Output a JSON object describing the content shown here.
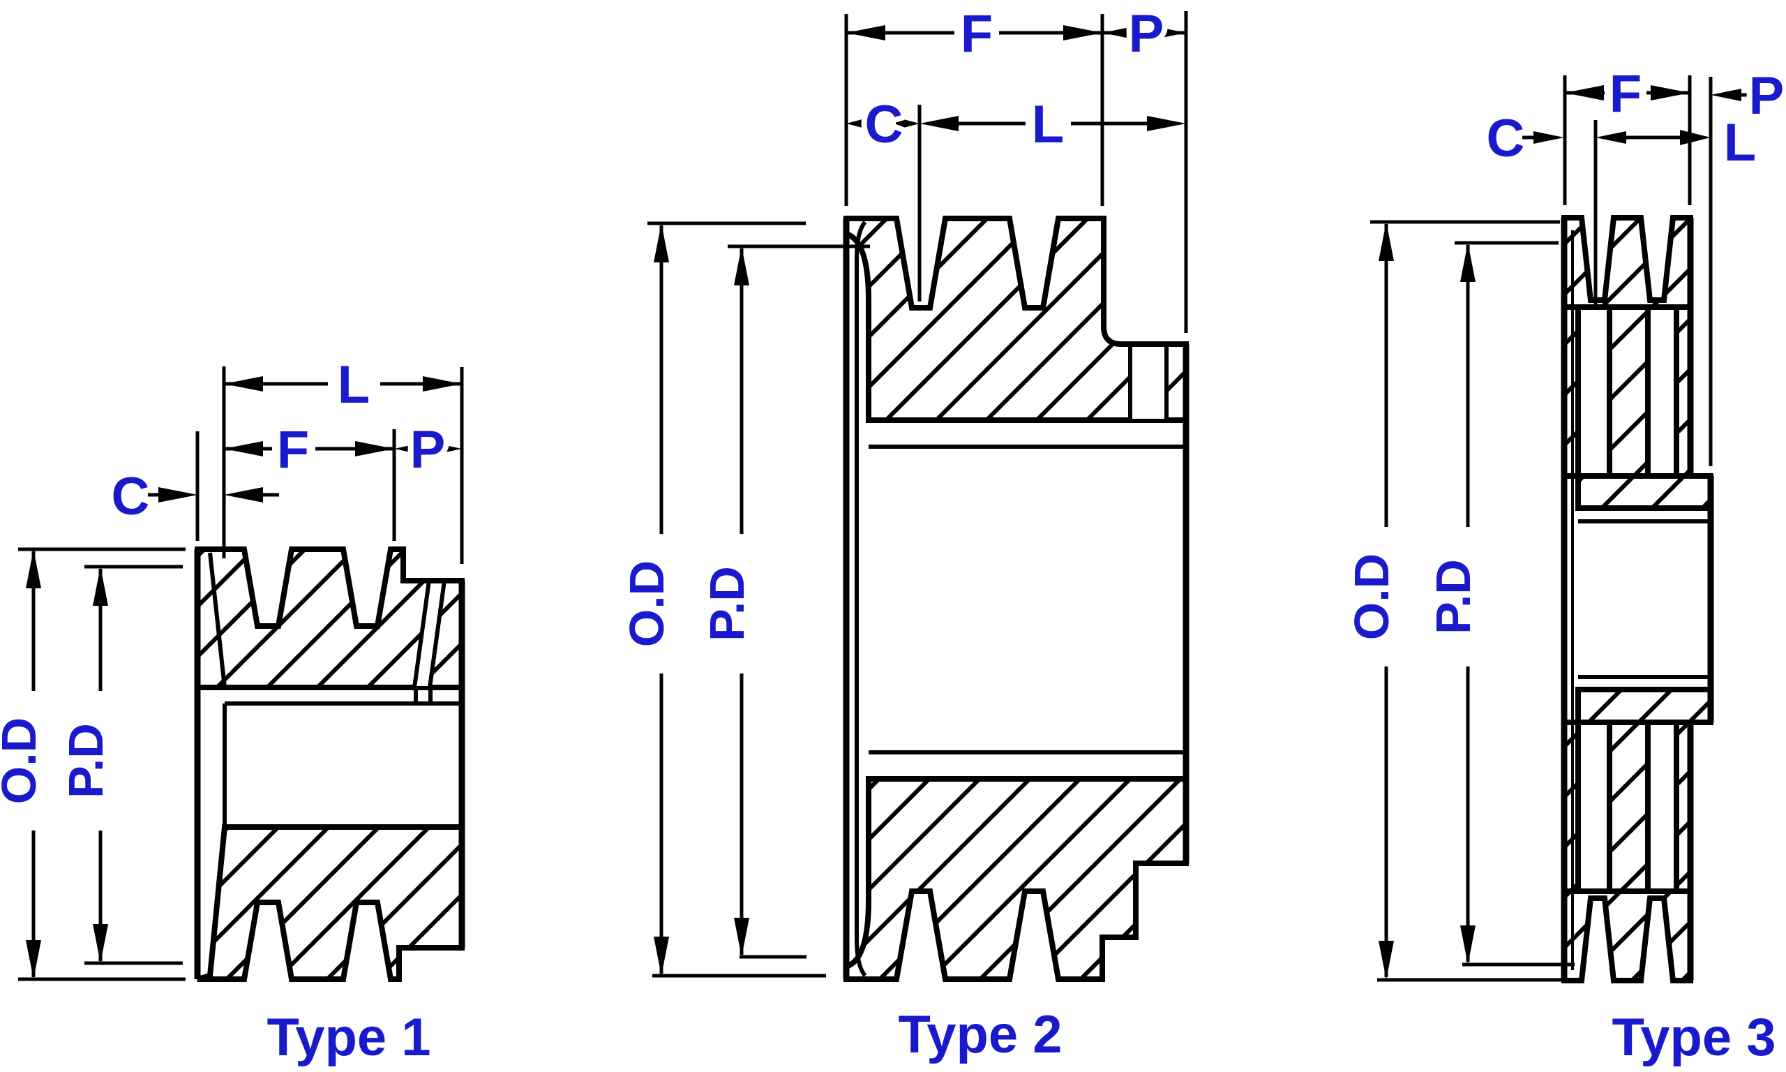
{
  "colors": {
    "accent": "#1a1acd",
    "line": "#000000",
    "background": "#ffffff"
  },
  "pulleys": [
    {
      "name": "Type 1",
      "labels": {
        "l": "L",
        "f": "F",
        "p": "P",
        "c": "C",
        "od": "O.D",
        "pd": "P.D"
      }
    },
    {
      "name": "Type 2",
      "labels": {
        "l": "L",
        "f": "F",
        "p": "P",
        "c": "C",
        "od": "O.D",
        "pd": "P.D"
      }
    },
    {
      "name": "Type 3",
      "labels": {
        "l": "L",
        "f": "F",
        "p": "P",
        "c": "C",
        "od": "O.D",
        "pd": "P.D"
      }
    }
  ]
}
